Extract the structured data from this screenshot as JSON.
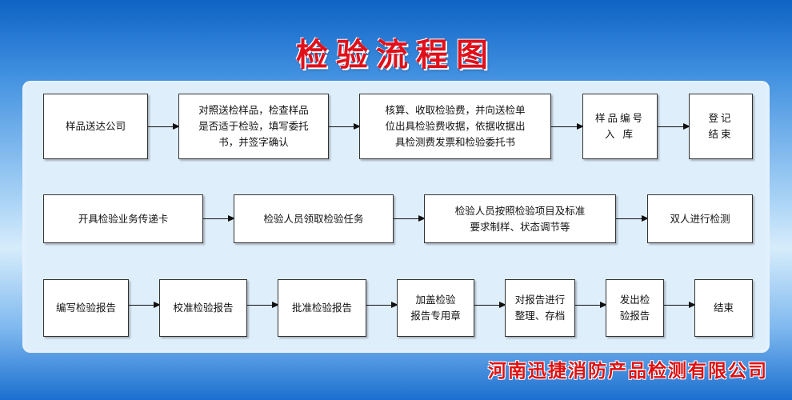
{
  "title": "检验流程图",
  "company": "河南迅捷消防产品检测有限公司",
  "row1": {
    "step1": "样品送达公司",
    "step2": {
      "l1": "对照送检样品，检查样品",
      "l2": "是否适于检验，填写委托",
      "l3": "书，并签字确认"
    },
    "step3": {
      "l1": "核算、收取检验费，并向送检单",
      "l2": "位出具检验费收据，依据收据出",
      "l3": "具检测费发票和检验委托书"
    },
    "step4": {
      "l1": "样品编号",
      "l2": "入 库"
    },
    "step5": {
      "l1": "登记",
      "l2": "结束"
    }
  },
  "row2": {
    "step1": "开具检验业务传递卡",
    "step2": "检验人员领取检验任务",
    "step3": {
      "l1": "检验人员按照检验项目及标准",
      "l2": "要求制样、状态调节等"
    },
    "step4": "双人进行检测"
  },
  "row3": {
    "step1": "编写检验报告",
    "step2": "校准检验报告",
    "step3": "批准检验报告",
    "step4": {
      "l1": "加盖检验",
      "l2": "报告专用章"
    },
    "step5": {
      "l1": "对报告进行",
      "l2": "整理、存档"
    },
    "step6": {
      "l1": "发出检",
      "l2": "验报告"
    },
    "step7": "结束"
  }
}
